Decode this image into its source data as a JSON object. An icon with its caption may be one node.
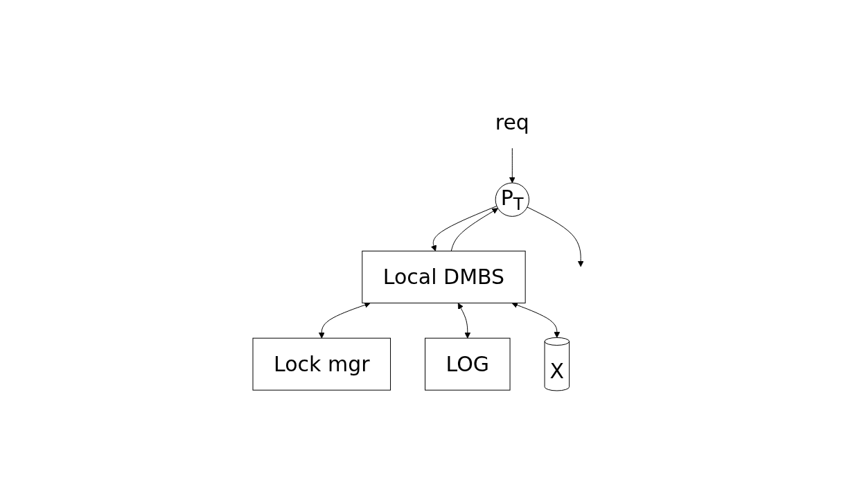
{
  "diagram": {
    "nodes": [
      {
        "text": [
          "req"
        ]
      },
      {
        "text": [
          "P$_{T}$"
        ]
      },
      {
        "text": [
          "Local DMBS"
        ]
      },
      {
        "text": [
          "Lock mgr"
        ]
      },
      {
        "text": [
          "LOG"
        ]
      },
      {
        "text": [
          "X"
        ]
      }
    ],
    "edges": [
      {
        "from": 0,
        "to": 1,
        "arrow": "to"
      },
      {
        "from": 1,
        "to": null,
        "arrow": "to"
      },
      {
        "from": 1,
        "to": 2,
        "arrow": "to"
      },
      {
        "from": 2,
        "to": 1,
        "arrow": "to"
      },
      {
        "from": 2,
        "to": 3,
        "arrow": "both"
      },
      {
        "from": 2,
        "to": 4,
        "arrow": "both"
      },
      {
        "from": 2,
        "to": 5,
        "arrow": "both"
      }
    ]
  }
}
